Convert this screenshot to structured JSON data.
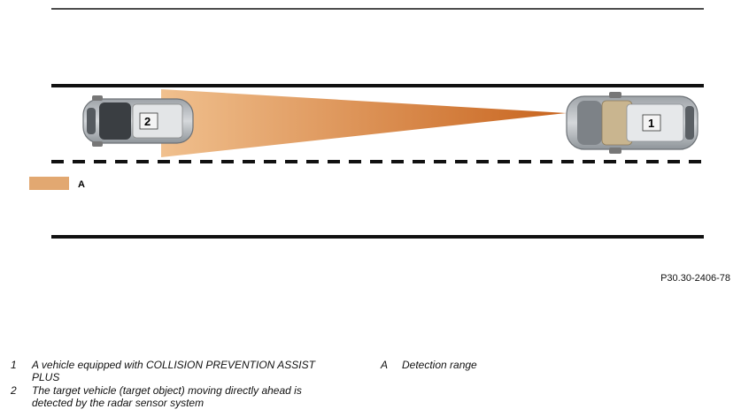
{
  "diagram": {
    "key_A": "A",
    "vehicle_1_label": "1",
    "vehicle_2_label": "2",
    "colors": {
      "detection_near": "#f0c08e",
      "detection_far": "#c8641e",
      "lane_line": "#111111",
      "car_body": "#bfc3c7"
    }
  },
  "figure_ref": "P30.30-2406-78",
  "legend": {
    "items": [
      {
        "key": "1",
        "text": "A vehicle equipped with COLLISION PREVENTION ASSIST PLUS"
      },
      {
        "key": "2",
        "text": "The target vehicle (target object) moving directly ahead is detected by the radar sensor system"
      },
      {
        "key": "A",
        "text": "Detection range"
      }
    ]
  }
}
